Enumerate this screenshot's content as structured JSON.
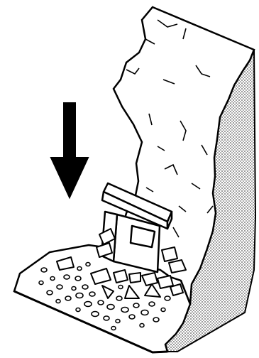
{
  "diagram": {
    "subject": "rockfall",
    "colors": {
      "ink": "#000000",
      "paper": "#ffffff",
      "shade": "#9a9a9a"
    },
    "parts": [
      "cliff-face",
      "shaded-rock-side",
      "ground-slab",
      "falling-arrow",
      "toppled-block",
      "rock-debris"
    ]
  }
}
